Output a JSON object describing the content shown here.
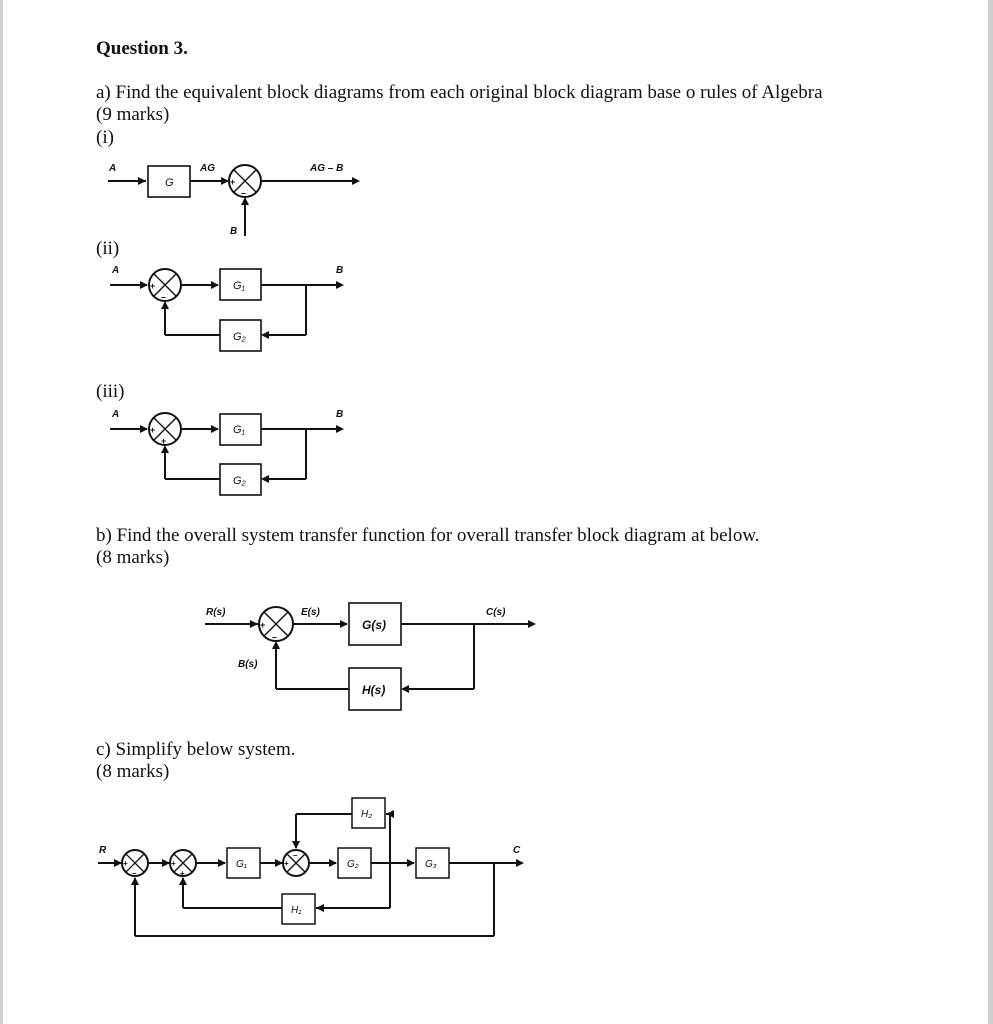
{
  "question": {
    "title": "Question 3.",
    "part_a": {
      "text": "a) Find the equivalent block diagrams from each original block diagram base o rules of Algebra",
      "marks": "(9 marks)",
      "i": {
        "label": "(i)",
        "input": "A",
        "block": "G",
        "mid": "AG",
        "output": "AG – B",
        "side_input": "B",
        "signs": [
          "+",
          "–"
        ]
      },
      "ii": {
        "label": "(ii)",
        "input": "A",
        "output": "B",
        "forward_block": "G₁",
        "feedback_block": "G₂",
        "signs": [
          "+",
          "–"
        ]
      },
      "iii": {
        "label": "(iii)",
        "input": "A",
        "output": "B",
        "forward_block": "G₁",
        "feedback_block": "G₂",
        "signs": [
          "+",
          "+"
        ]
      }
    },
    "part_b": {
      "text": "b) Find the overall system transfer function for overall transfer block diagram at below.",
      "marks": "(8 marks)",
      "input": "R(s)",
      "error": "E(s)",
      "output": "C(s)",
      "feedback_signal": "B(s)",
      "forward_block": "G(s)",
      "feedback_block": "H(s)",
      "signs": [
        "+",
        "–"
      ]
    },
    "part_c": {
      "text": "c) Simplify below system.",
      "marks": "(8 marks)",
      "input": "R",
      "output": "C",
      "blocks": {
        "g1": "G₁",
        "g2": "G₂",
        "g3": "G₃",
        "h1": "H₁",
        "h2": "H₂"
      },
      "signs": {
        "s1": [
          "+",
          "–"
        ],
        "s2": [
          "+",
          "+"
        ],
        "s3": [
          "+",
          "–"
        ]
      }
    }
  }
}
